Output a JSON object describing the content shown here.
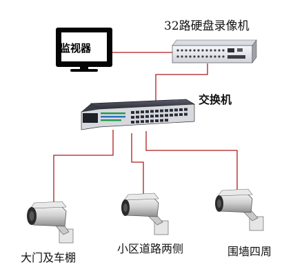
{
  "labels": {
    "nvr": "32路硬盘录像机",
    "switch": "交换机",
    "monitor": "监视器"
  },
  "cameras": [
    {
      "label": "大门及车棚"
    },
    {
      "label": "小区道路两侧"
    },
    {
      "label": "围墙四周"
    }
  ],
  "colors": {
    "cable": "#b0191a",
    "device_dark": "#2a2d36",
    "device_light": "#eceef2"
  }
}
